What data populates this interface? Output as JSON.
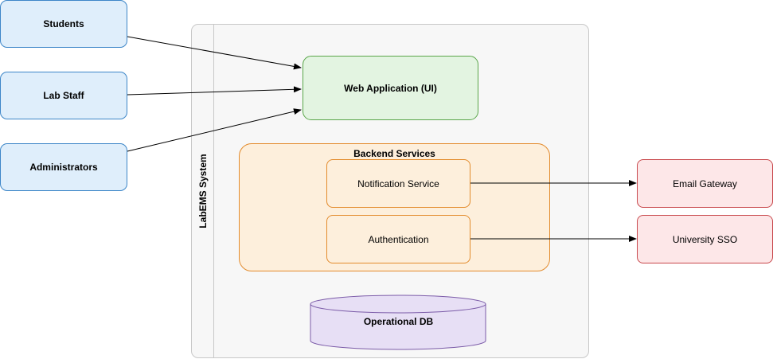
{
  "actors": [
    {
      "label": "Students"
    },
    {
      "label": "Lab Staff"
    },
    {
      "label": "Administrators"
    }
  ],
  "system": {
    "label": "LabEMS System"
  },
  "web_app": {
    "label": "Web Application (UI)"
  },
  "backend": {
    "title": "Backend Services",
    "services": [
      {
        "label": "Notification Service"
      },
      {
        "label": "Authentication"
      }
    ]
  },
  "database": {
    "label": "Operational DB"
  },
  "externals": [
    {
      "label": "Email Gateway"
    },
    {
      "label": "University SSO"
    }
  ],
  "colors": {
    "actor_fill": "#dfeefb",
    "actor_stroke": "#3d86c8",
    "webapp_fill": "#e3f4e1",
    "webapp_stroke": "#5aa64a",
    "backend_fill": "#fdefdc",
    "backend_stroke": "#e38b2c",
    "db_fill": "#e7dff5",
    "db_stroke": "#7b5ba8",
    "external_fill": "#fde7e8",
    "external_stroke": "#c8484c"
  }
}
